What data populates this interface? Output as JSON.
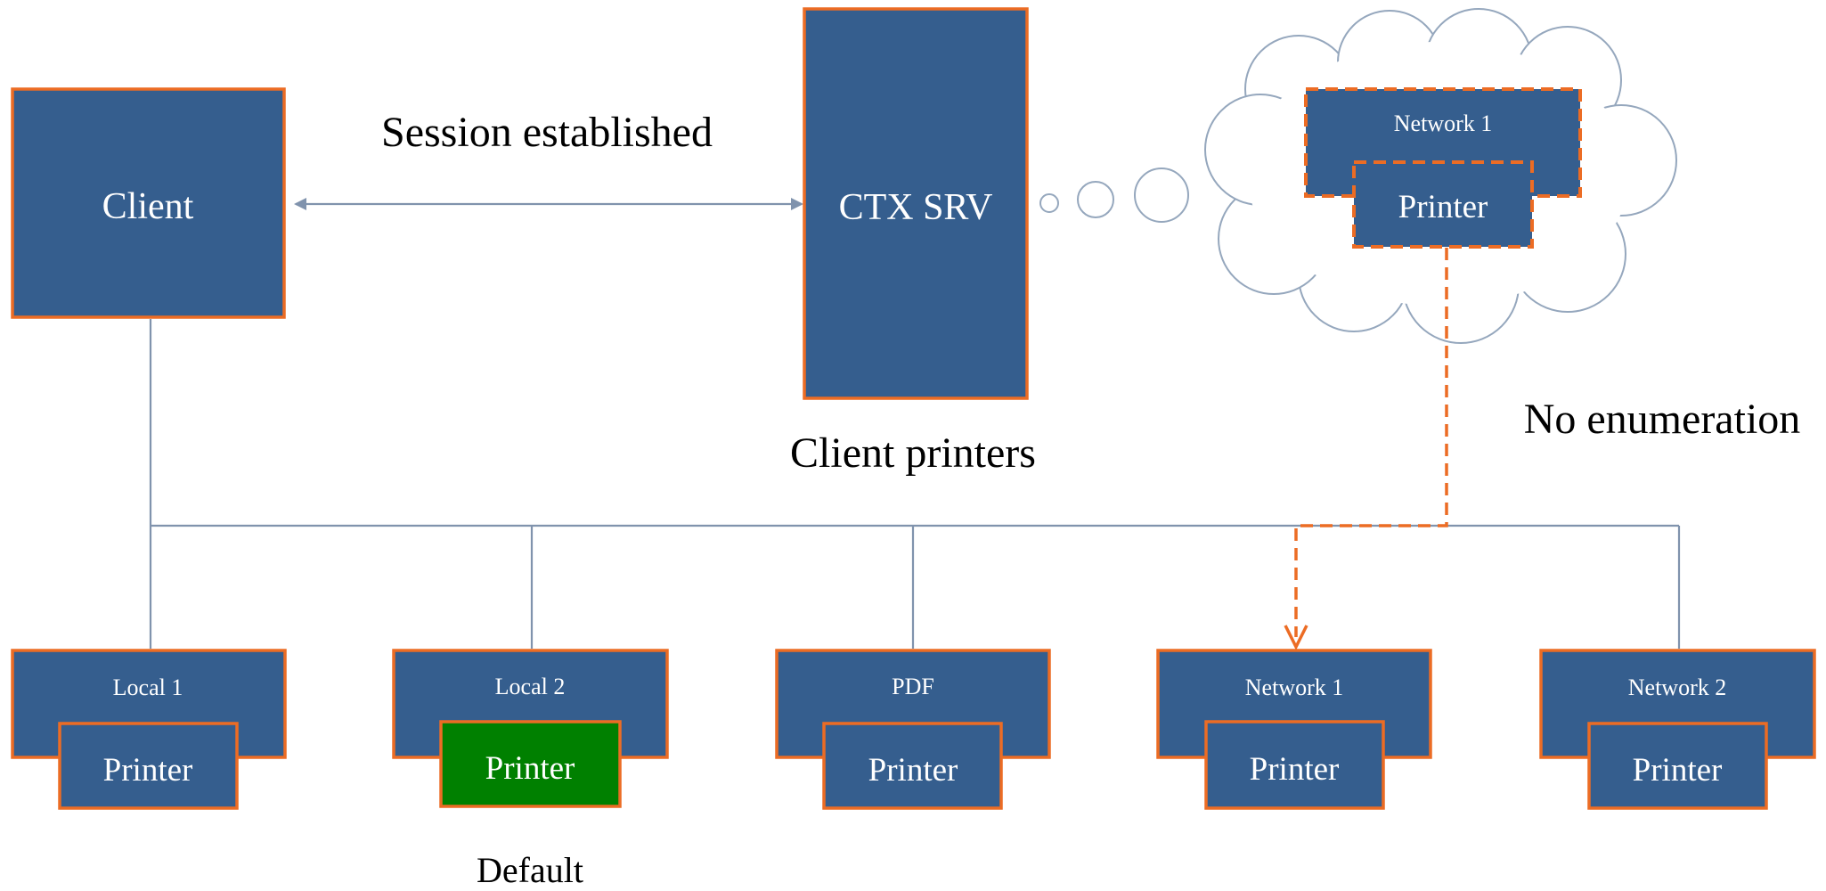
{
  "labels": {
    "session": "Session established",
    "client_printers": "Client printers",
    "no_enumeration": "No enumeration",
    "default": "Default"
  },
  "client": {
    "label": "Client"
  },
  "server": {
    "label": "CTX SRV"
  },
  "cloud": {
    "network_label": "Network 1",
    "printer_label": "Printer"
  },
  "printers": [
    {
      "group": "Local 1",
      "label": "Printer",
      "is_default": false
    },
    {
      "group": "Local 2",
      "label": "Printer",
      "is_default": true
    },
    {
      "group": "PDF",
      "label": "Printer",
      "is_default": false
    },
    {
      "group": "Network 1",
      "label": "Printer",
      "is_default": false
    },
    {
      "group": "Network 2",
      "label": "Printer",
      "is_default": false
    }
  ],
  "colors": {
    "box_fill": "#355e8e",
    "box_border": "#ec6c24",
    "default_fill": "#008000",
    "connector": "#8093ad"
  }
}
